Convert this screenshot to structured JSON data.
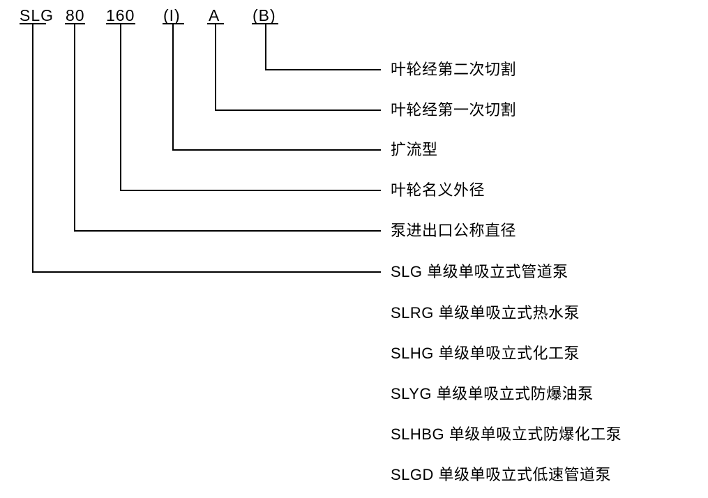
{
  "model_code": {
    "segments": [
      "SLG",
      "80",
      "160",
      "(I)",
      "A",
      "(B)"
    ]
  },
  "callouts": [
    {
      "code": "(B)",
      "label": "叶轮经第二次切割"
    },
    {
      "code": "A",
      "label": "叶轮经第一次切割"
    },
    {
      "code": "(I)",
      "label": "扩流型"
    },
    {
      "code": "160",
      "label": "叶轮名义外径"
    },
    {
      "code": "80",
      "label": "泵进出口公称直径"
    },
    {
      "code": "SLG",
      "label": "SLG 单级单吸立式管道泵"
    }
  ],
  "model_variants": [
    "SLRG 单级单吸立式热水泵",
    "SLHG 单级单吸立式化工泵",
    "SLYG 单级单吸立式防爆油泵",
    "SLHBG 单级单吸立式防爆化工泵",
    "SLGD 单级单吸立式低速管道泵"
  ]
}
